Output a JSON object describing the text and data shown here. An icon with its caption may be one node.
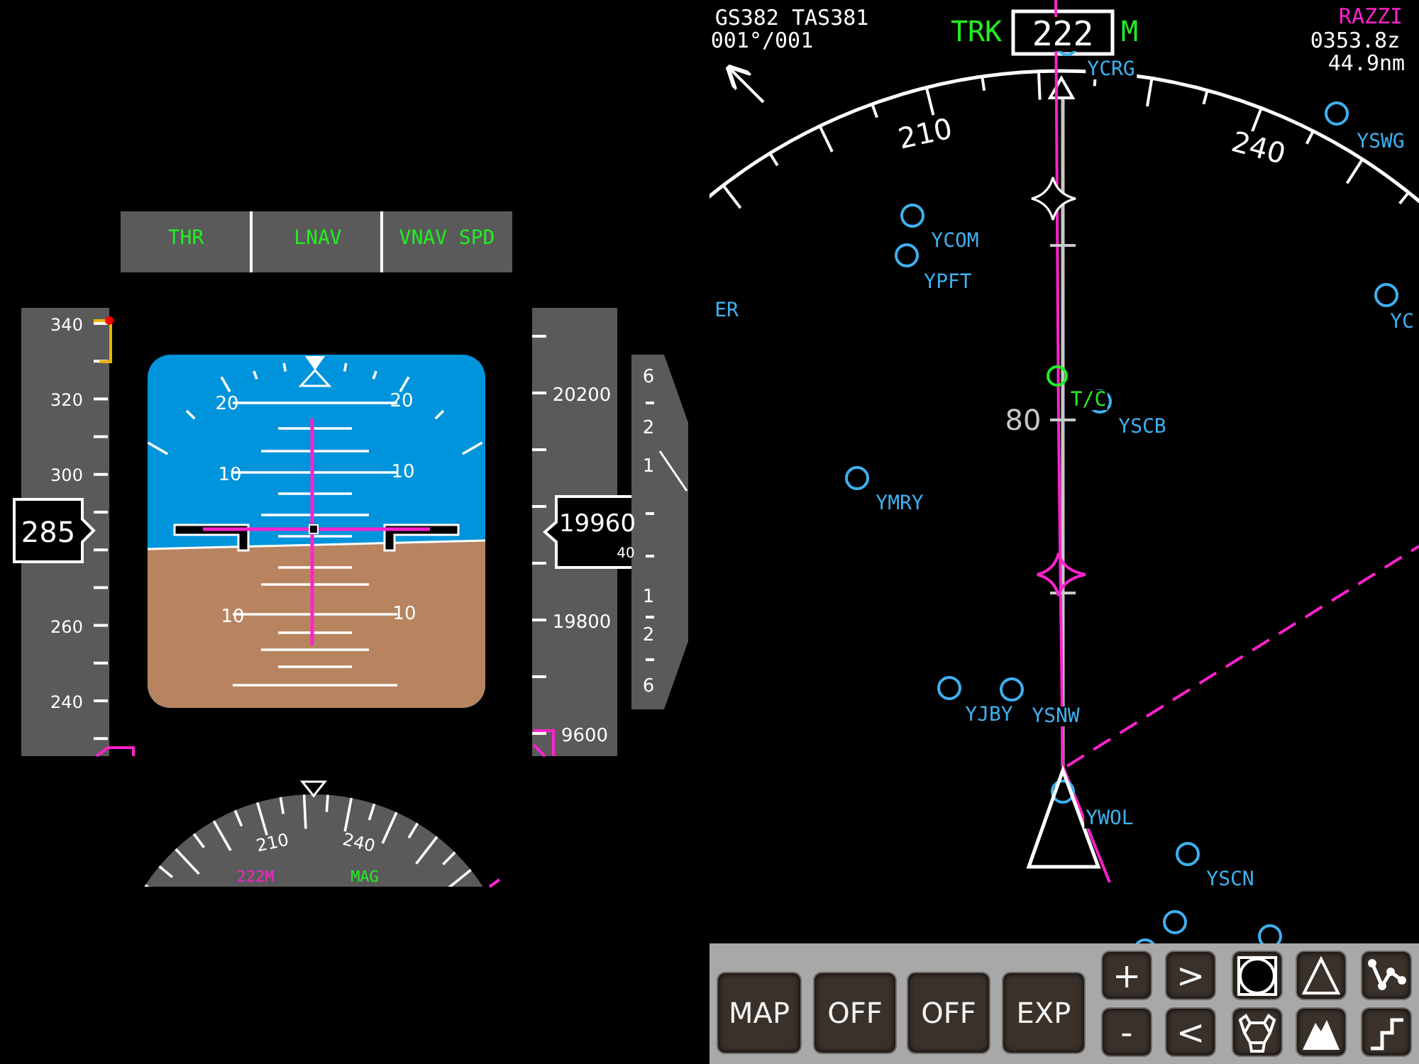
{
  "diagram": {
    "labels": [
      "THR",
      "LNAV",
      "VNAV SPD",
      "340",
      "320",
      "300",
      "260",
      "240",
      "285",
      "20",
      "20",
      "10",
      "10",
      "10",
      "10",
      "20200",
      "19800",
      "9600",
      "19960",
      "40",
      "6",
      "2",
      "1",
      "1",
      "2",
      "6",
      "210",
      "240",
      "222M",
      "MAG",
      "GS382 TAS381",
      "001°/001",
      "TRK",
      "222",
      "M",
      "RAZZI",
      "0353.8z",
      "YCRG",
      "44.9nm",
      "210",
      "240",
      "YSWG",
      "YCOM",
      "YPFT",
      "ER",
      "YC",
      "T/C",
      "80",
      "YSCB",
      "YMRY",
      "YJBY",
      "YSNW",
      "YWOL",
      "YSCN",
      "MAP",
      "OFF",
      "OFF",
      "EXP",
      "+",
      ">",
      "-",
      "<"
    ]
  }
}
